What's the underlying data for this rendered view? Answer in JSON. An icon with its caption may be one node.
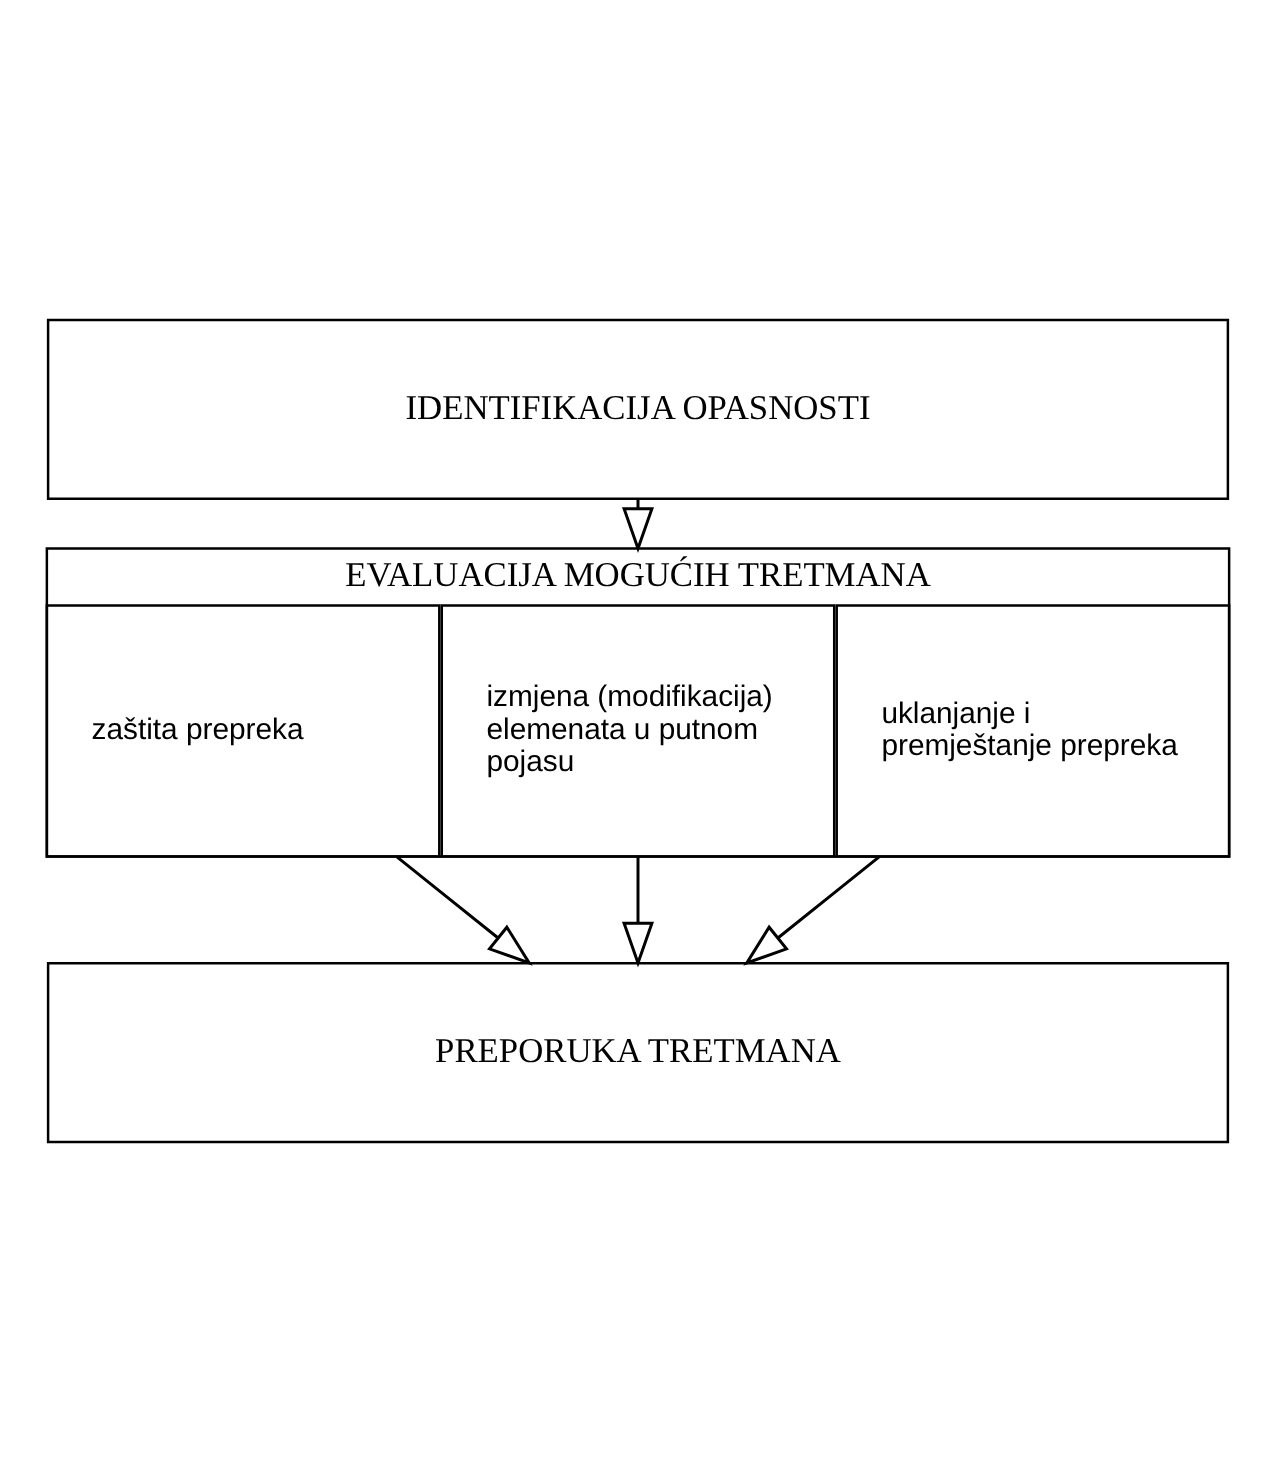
{
  "diagram": {
    "nodes": [
      {
        "text": [
          "IDENTIFIKACIJA OPASNOSTI"
        ]
      },
      {
        "text": [
          "EVALUACIJA MOGUĆIH TRETMANA"
        ]
      },
      {
        "text": [
          "uklanjanje i premještanje prepreka"
        ],
        "in": 1
      },
      {
        "text": [
          "izmjena (modifikacija) elemenata u putnom pojasu"
        ],
        "in": 1
      },
      {
        "text": [
          "zaštita prepreka"
        ],
        "in": 1
      },
      {
        "text": [
          "PREPORUKA TRETMANA"
        ]
      }
    ],
    "edges": [
      {
        "from": 0,
        "to": 1,
        "arrow": "to"
      },
      {
        "from": 2,
        "to": 5,
        "arrow": "to"
      },
      {
        "from": 3,
        "to": 5,
        "arrow": "to"
      },
      {
        "from": 4,
        "to": 5,
        "arrow": "to"
      }
    ]
  }
}
